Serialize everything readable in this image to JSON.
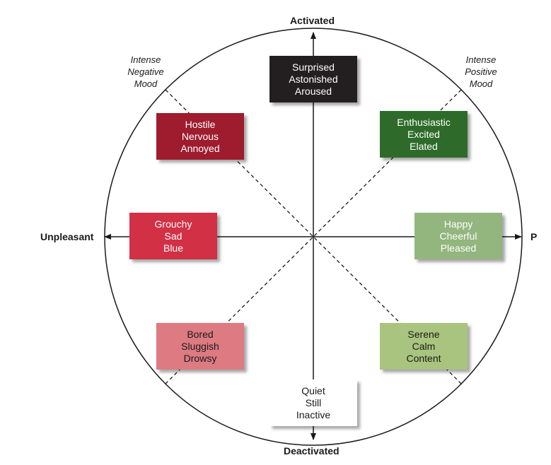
{
  "axes": {
    "top": "Activated",
    "bottom": "Deactivated",
    "left": "Unpleasant",
    "right": "P"
  },
  "moods": {
    "negative": [
      "Intense",
      "Negative",
      "Mood"
    ],
    "positive": [
      "Intense",
      "Positive",
      "Mood"
    ]
  },
  "boxes": {
    "top": {
      "lines": [
        "Surprised",
        "Astonished",
        "Aroused"
      ],
      "bg": "#231f20",
      "fg": "#ffffff"
    },
    "top_left": {
      "lines": [
        "Hostile",
        "Nervous",
        "Annoyed"
      ],
      "bg": "#9e1c2e",
      "fg": "#ffffff"
    },
    "top_right": {
      "lines": [
        "Enthusiastic",
        "Excited",
        "Elated"
      ],
      "bg": "#2e6b2a",
      "fg": "#ffffff"
    },
    "left": {
      "lines": [
        "Grouchy",
        "Sad",
        "Blue"
      ],
      "bg": "#d13045",
      "fg": "#ffffff"
    },
    "right": {
      "lines": [
        "Happy",
        "Cheerful",
        "Pleased"
      ],
      "bg": "#93b57e",
      "fg": "#ffffff"
    },
    "bottom_left": {
      "lines": [
        "Bored",
        "Sluggish",
        "Drowsy"
      ],
      "bg": "#de7a82",
      "fg": "#1a1a1a"
    },
    "bottom_right": {
      "lines": [
        "Serene",
        "Calm",
        "Content"
      ],
      "bg": "#a8c47e",
      "fg": "#1a1a1a"
    },
    "bottom": {
      "lines": [
        "Quiet",
        "Still",
        "Inactive"
      ],
      "bg": "#ffffff",
      "fg": "#1a1a1a"
    }
  }
}
